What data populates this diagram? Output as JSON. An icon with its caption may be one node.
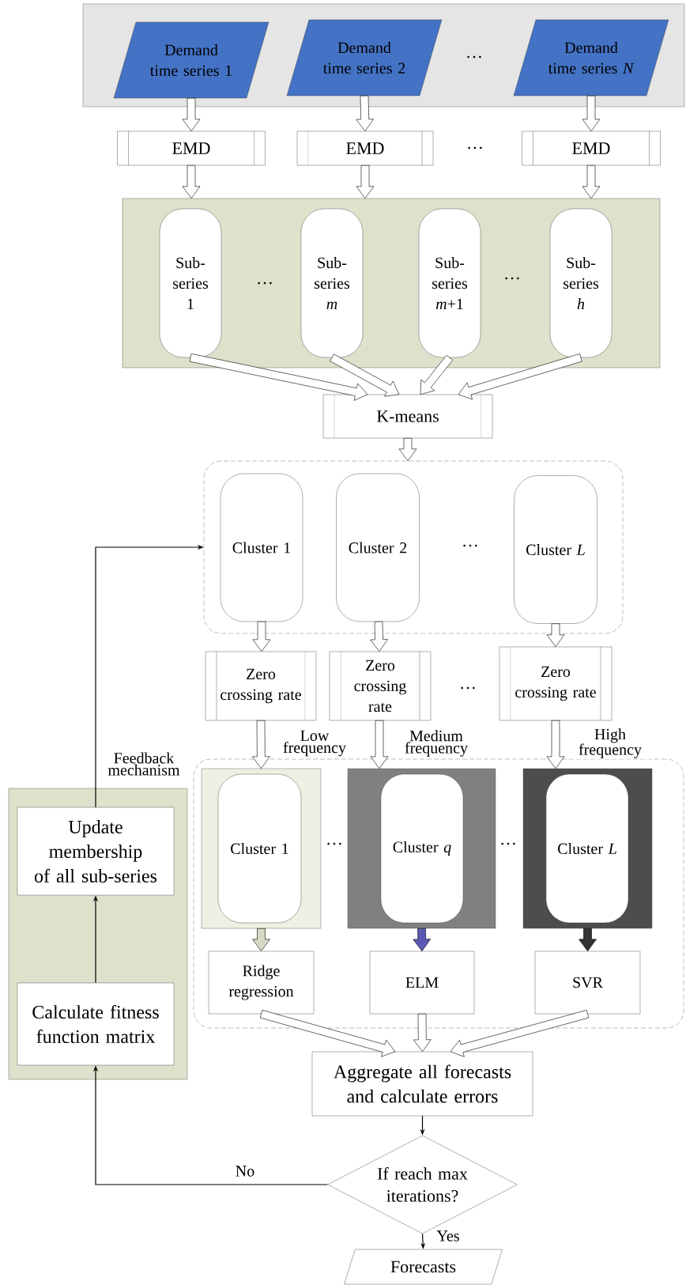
{
  "diagram": {
    "nodes": [
      {
        "text": [],
        "shape": "box"
      },
      {
        "text": [
          "Demand time series 1"
        ],
        "in": 0
      },
      {
        "text": [
          "Demand time series 2"
        ],
        "in": 0
      },
      {
        "text": [
          "Demand time series *N*"
        ],
        "in": 0
      },
      {
        "text": [
          "EMD"
        ]
      },
      {
        "text": [
          "EMD"
        ]
      },
      {
        "text": [
          "EMD"
        ]
      },
      {
        "text": [],
        "shape": "box"
      },
      {
        "text": [
          "Sub-series 1"
        ],
        "in": 7
      },
      {
        "text": [
          "Sub-series *m*"
        ],
        "in": 7
      },
      {
        "text": [
          "Sub-series *m*+1"
        ],
        "in": 7
      },
      {
        "text": [
          "Sub-series *h*"
        ],
        "in": 7
      },
      {
        "text": [
          "K-means"
        ]
      },
      {
        "text": [],
        "shape": "box"
      },
      {
        "text": [
          "Cluster 1"
        ],
        "in": 13
      },
      {
        "text": [
          "Cluster 2"
        ],
        "in": 13
      },
      {
        "text": [
          "Cluster *L*"
        ],
        "in": 13
      },
      {
        "text": [
          "Zero crossing rate"
        ]
      },
      {
        "text": [
          "Zero crossing rate"
        ]
      },
      {
        "text": [
          "Zero crossing rate"
        ]
      },
      {
        "text": [],
        "shape": "box"
      },
      {
        "text": [],
        "shape": "box",
        "in": 20
      },
      {
        "text": [
          "Cluster 1"
        ],
        "in": 21
      },
      {
        "text": [],
        "shape": "box",
        "in": 20
      },
      {
        "text": [
          "Cluster *q*"
        ],
        "in": 23
      },
      {
        "text": [],
        "shape": "box",
        "in": 20
      },
      {
        "text": [
          "Cluster *L*"
        ],
        "in": 25
      },
      {
        "text": [
          "Ridge regression"
        ],
        "in": 20
      },
      {
        "text": [
          "ELM"
        ],
        "in": 20
      },
      {
        "text": [
          "SVR"
        ],
        "in": 20
      },
      {
        "text": [],
        "shape": "box"
      },
      {
        "text": [
          "Update membership of all sub-series"
        ],
        "in": 30
      },
      {
        "text": [
          "Calculate fitness function matrix"
        ],
        "in": 30
      },
      {
        "text": [
          "Aggregate all forecasts and calculate errors"
        ]
      },
      {
        "text": [
          "If reach max iterations?"
        ]
      },
      {
        "text": [
          "Forecasts"
        ]
      }
    ],
    "edges": [
      {
        "from": 1,
        "to": 4,
        "arrow": "to",
        "style": "thick"
      },
      {
        "from": 2,
        "to": 5,
        "arrow": "to",
        "style": "thick"
      },
      {
        "from": 3,
        "to": 6,
        "arrow": "to",
        "style": "thick"
      },
      {
        "from": 4,
        "to": 7,
        "arrow": "to",
        "style": "thick"
      },
      {
        "from": 5,
        "to": 7,
        "arrow": "to",
        "style": "thick"
      },
      {
        "from": 6,
        "to": 7,
        "arrow": "to",
        "style": "thick"
      },
      {
        "from": 8,
        "to": 12,
        "arrow": "to",
        "style": "thick"
      },
      {
        "from": 9,
        "to": 12,
        "arrow": "to",
        "style": "thick"
      },
      {
        "from": 10,
        "to": 12,
        "arrow": "to",
        "style": "thick"
      },
      {
        "from": 11,
        "to": 12,
        "arrow": "to",
        "style": "thick"
      },
      {
        "from": 12,
        "to": 13,
        "arrow": "to",
        "style": "thick"
      },
      {
        "from": 14,
        "to": 17,
        "arrow": "to",
        "style": "thick"
      },
      {
        "from": 15,
        "to": 18,
        "arrow": "to",
        "style": "thick"
      },
      {
        "from": 16,
        "to": 19,
        "arrow": "to",
        "style": "thick"
      },
      {
        "from": 17,
        "to": 21,
        "arrow": "to",
        "style": "thick",
        "label": "Low frequency"
      },
      {
        "from": 18,
        "to": 23,
        "arrow": "to",
        "style": "thick",
        "label": "Medium frequency"
      },
      {
        "from": 19,
        "to": 25,
        "arrow": "to",
        "style": "thick",
        "label": "High frequency"
      },
      {
        "from": 21,
        "to": 27,
        "arrow": "to",
        "style": "thick",
        "color": "#d6dac4"
      },
      {
        "from": 23,
        "to": 28,
        "arrow": "to",
        "style": "thick",
        "color": "#5a5ab4"
      },
      {
        "from": 25,
        "to": 29,
        "arrow": "to",
        "style": "thick",
        "color": "#333333"
      },
      {
        "from": 27,
        "to": 33,
        "arrow": "to",
        "style": "thick"
      },
      {
        "from": 28,
        "to": 33,
        "arrow": "to",
        "style": "thick"
      },
      {
        "from": 29,
        "to": 33,
        "arrow": "to",
        "style": "thick"
      },
      {
        "from": 33,
        "to": 34,
        "arrow": "to"
      },
      {
        "from": 34,
        "to": 35,
        "arrow": "to",
        "label": "Yes"
      },
      {
        "from": 34,
        "to": 32,
        "arrow": "to",
        "label": "No"
      },
      {
        "from": 32,
        "to": 31,
        "arrow": "to"
      },
      {
        "from": 31,
        "to": 13,
        "arrow": "to",
        "label": "Feedback mechanism"
      }
    ],
    "labels": [
      "…",
      "…",
      "…",
      "…",
      "…",
      "…",
      "…",
      "…"
    ]
  }
}
